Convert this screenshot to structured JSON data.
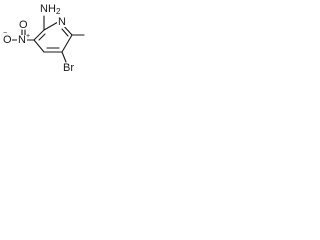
{
  "atoms": {
    "amine": {
      "main": "NH",
      "subscript": "2"
    },
    "ring_nitrogen": "N",
    "nitro_nitrogen": "N",
    "nitro_charge_plus": "+",
    "nitro_oxygen_top": "O",
    "nitro_oxygen_left": "O",
    "nitro_charge_minus": "−",
    "bromine": "Br"
  },
  "colors": {
    "bond": "#1a1a1a",
    "background": "#ffffff"
  }
}
